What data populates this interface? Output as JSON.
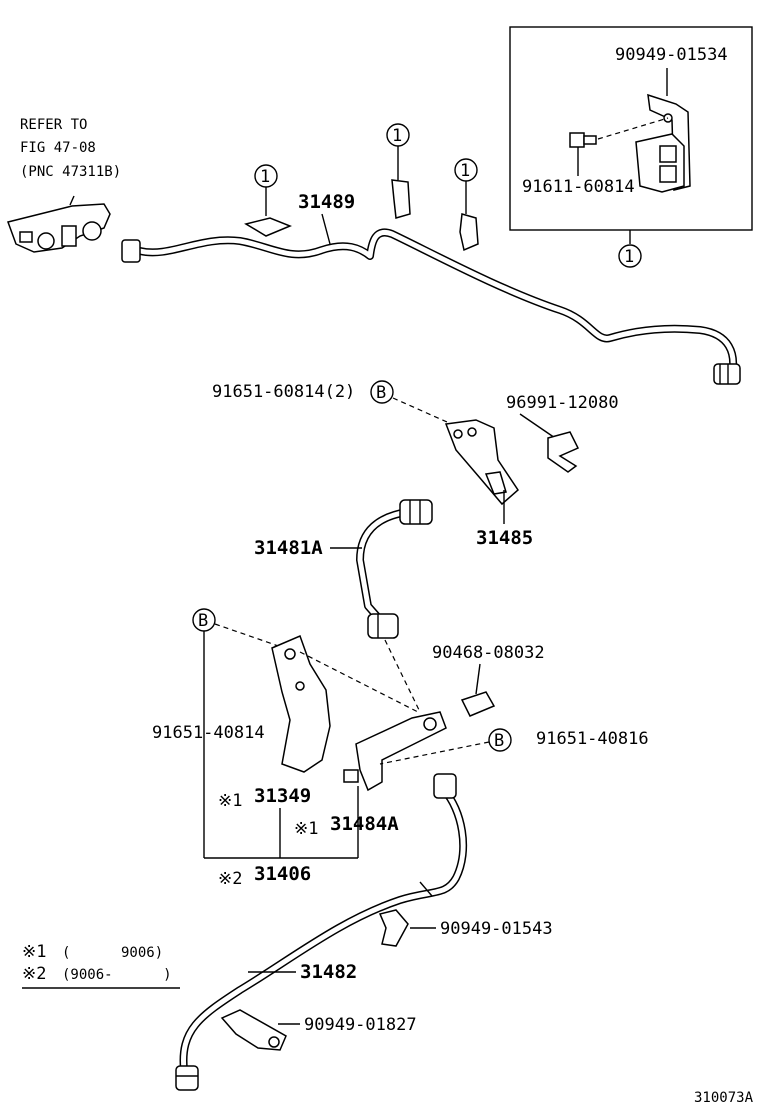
{
  "refer": {
    "line1": "REFER TO",
    "line2": "FIG 47-08",
    "line3": "(PNC 47311B)"
  },
  "inset": {
    "part_top": "90949-01534",
    "part_bottom": "91611-60814",
    "circle": "1"
  },
  "circles": {
    "one": "1",
    "b": "B"
  },
  "labels": {
    "p31489": "31489",
    "p91651_60814": "91651-60814(2)",
    "p96991_12080": "96991-12080",
    "p31485": "31485",
    "p31481A": "31481A",
    "p90468_08032": "90468-08032",
    "p91651_40814": "91651-40814",
    "p91651_40816": "91651-40816",
    "p31349": "31349",
    "p31484A": "31484A",
    "p31406": "31406",
    "p90949_01543": "90949-01543",
    "p31482": "31482",
    "p90949_01827": "90949-01827",
    "mark1": "※1",
    "mark2": "※2"
  },
  "legend": {
    "line1_mark": "※1",
    "line1_text": "(      9006)",
    "line2_mark": "※2",
    "line2_text": "(9006-      )"
  },
  "figure_code": "310073A"
}
